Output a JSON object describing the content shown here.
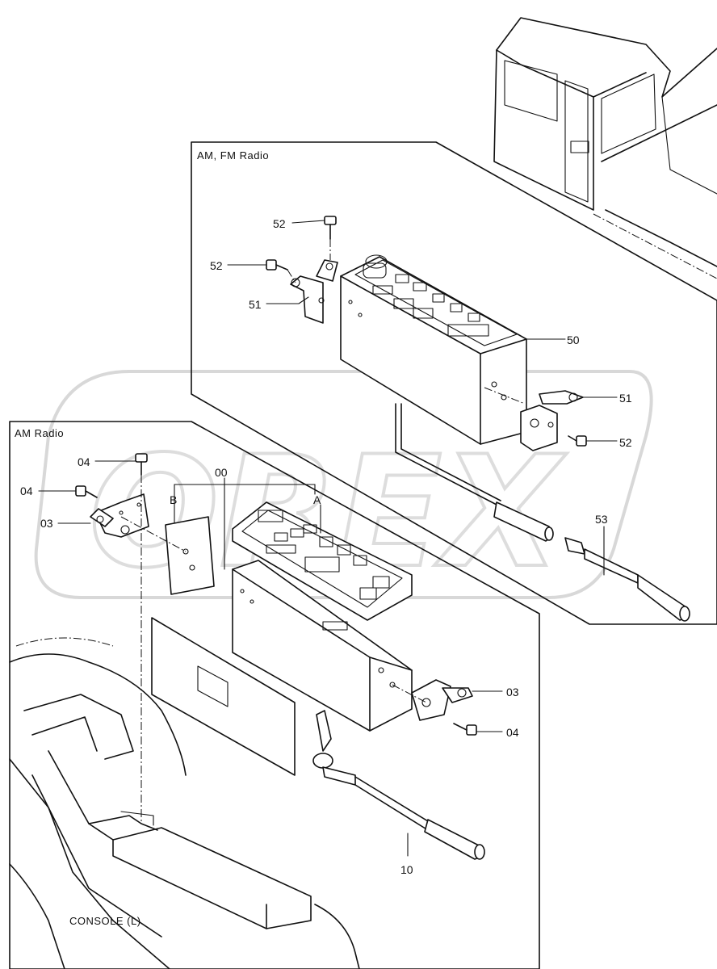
{
  "panels": {
    "am_fm_title": "AM, FM Radio",
    "am_title": "AM Radio",
    "console_label": "CONSOLE (L)"
  },
  "watermark": {
    "text": "OREX",
    "color": "#bdbdbd"
  },
  "callouts": {
    "c52_top": "52",
    "c52_left": "52",
    "c51_left": "51",
    "c50": "50",
    "c51_right": "51",
    "c52_right": "52",
    "c53": "53",
    "c04_top": "04",
    "c04_left": "04",
    "c03_left": "03",
    "c00": "00",
    "cB": "B",
    "cA": "A",
    "c03_right": "03",
    "c04_right": "04",
    "c10": "10"
  }
}
